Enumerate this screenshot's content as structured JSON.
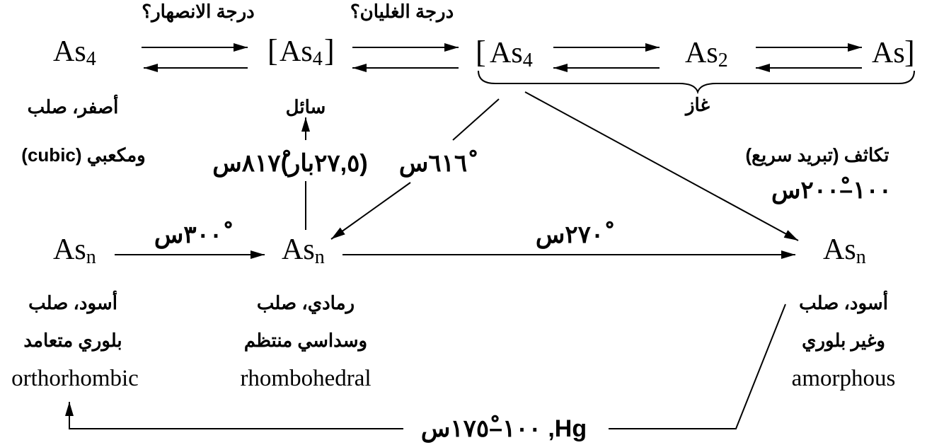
{
  "colors": {
    "ink": "#000000",
    "background": "#ffffff"
  },
  "top_row": {
    "melting_question": "درجة الانصهار؟",
    "boiling_question": "درجة الغليان؟",
    "species": [
      {
        "base": "As",
        "sub": "4"
      },
      {
        "base": "As",
        "sub": "4"
      },
      {
        "base": "As",
        "sub": "4"
      },
      {
        "base": "As",
        "sub": "2"
      },
      {
        "base": "As",
        "sub": ""
      }
    ],
    "brackets": {
      "open": "[",
      "close": "]"
    },
    "yellow_solid": "أصفر، صلب",
    "cubic": "ومكعبي (cubic)",
    "liquid": "سائل",
    "gas": "غاز"
  },
  "conditions": {
    "pressure_temp": "(٢٧,٥بار)٨١٧ْس",
    "t616": "٦١٦ْس",
    "condensation": "تكاثف (تبريد سريع)",
    "t100_200": "١٠٠–٢٠٠ْس",
    "t300": "٣٠٠ْس",
    "t270": "٢٧٠ْس",
    "mercury": "Hg, ١٠٠–١٧٥ْس"
  },
  "bottom_row": {
    "species": [
      {
        "base": "As",
        "sub": "n"
      },
      {
        "base": "As",
        "sub": "n"
      },
      {
        "base": "As",
        "sub": "n"
      }
    ],
    "black_solid": "أسود، صلب",
    "orthorhombic_crystal": "بلوري متعامد",
    "orthorhombic": "orthorhombic",
    "grey_solid": "رمادي، صلب",
    "hexagonal_regular": "وسداسي منتظم",
    "rhombohedral": "rhombohedral",
    "black_solid_2": "أسود، صلب",
    "non_crystalline": "وغير بلوري",
    "amorphous": "amorphous"
  }
}
